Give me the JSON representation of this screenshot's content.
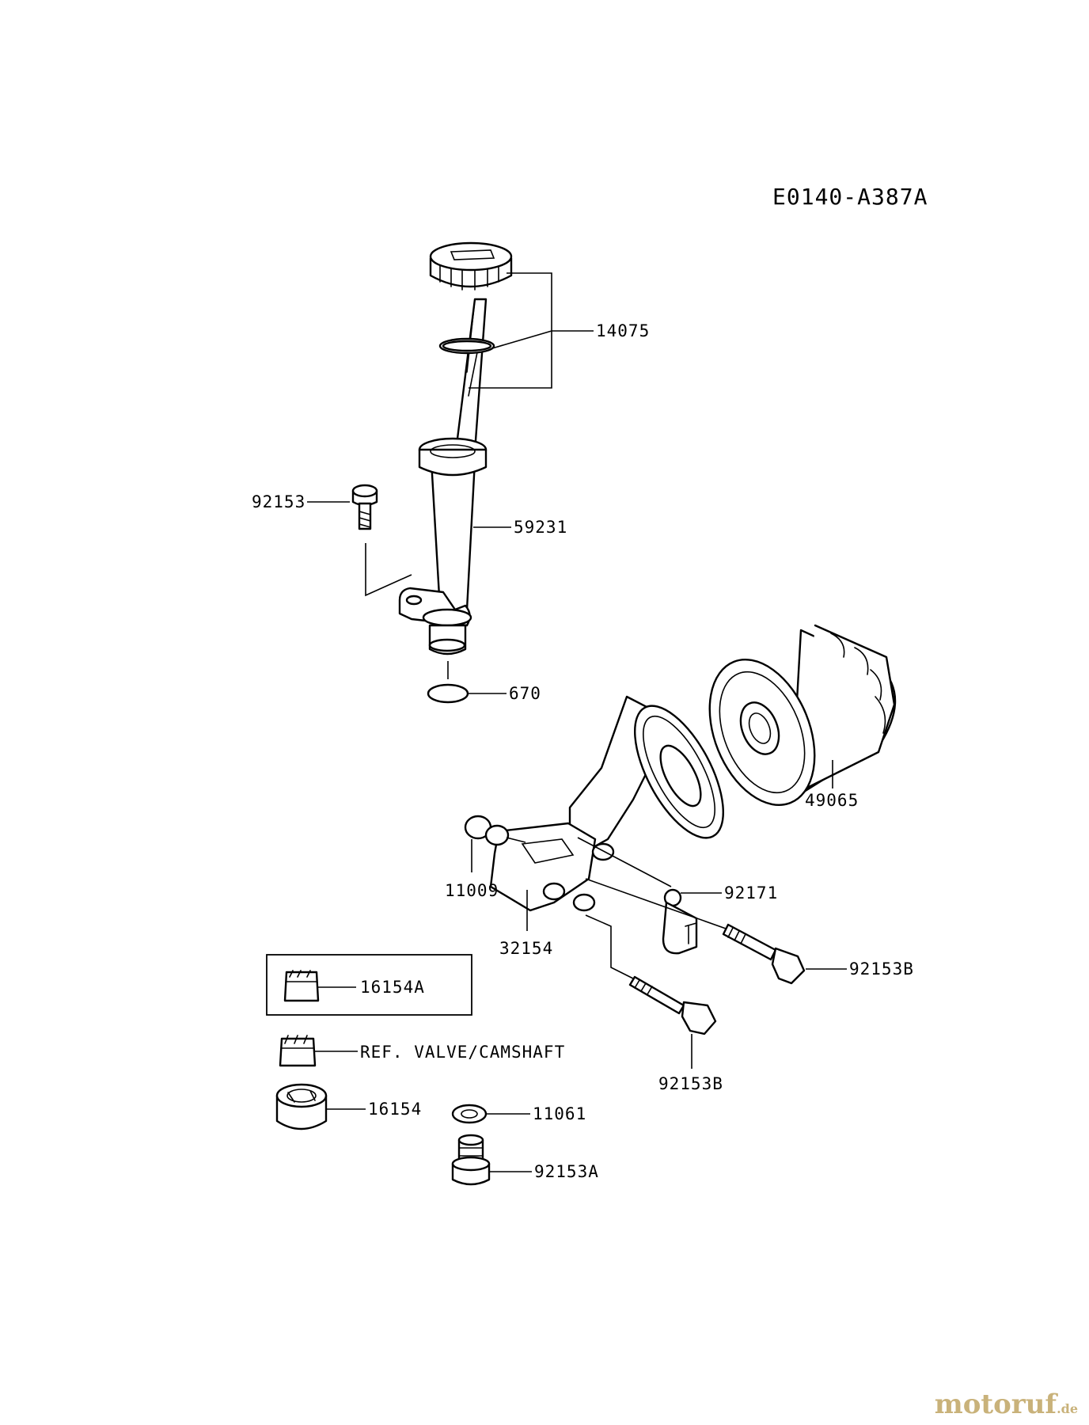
{
  "diagram_code": "E0140-A387A",
  "callouts": {
    "c14075": "14075",
    "c92153_top": "92153",
    "c59231": "59231",
    "c670": "670",
    "c49065": "49065",
    "c11009": "11009",
    "c32154": "32154",
    "c92171": "92171",
    "c92153B_right": "92153B",
    "c92153B_bottom": "92153B",
    "c16154A": "16154A",
    "c_ref": "REF. VALVE/CAMSHAFT",
    "c16154": "16154",
    "c11061": "11061",
    "c92153A": "92153A"
  },
  "watermark": {
    "text": "motoruf",
    "tld": ".de",
    "color": "#c9b27a"
  }
}
